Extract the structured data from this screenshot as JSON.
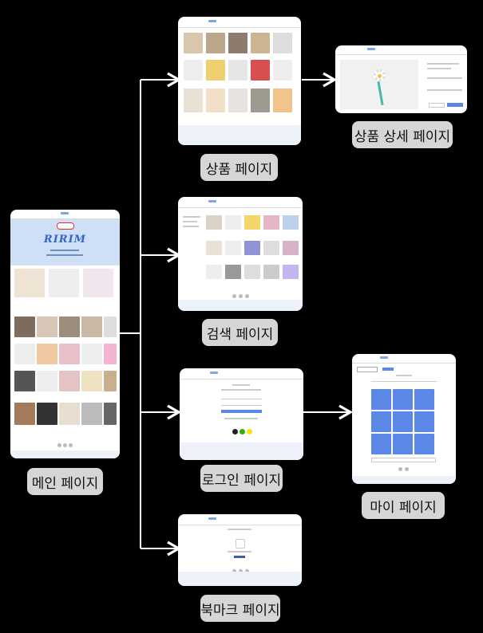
{
  "pages": {
    "main": {
      "label": "메인 페이지",
      "banner_title": "RIRIM"
    },
    "product": {
      "label": "상품 페이지"
    },
    "product_detail": {
      "label": "상품 상세 페이지"
    },
    "search": {
      "label": "검색 페이지"
    },
    "login": {
      "label": "로그인 페이지"
    },
    "mypage": {
      "label": "마이 페이지"
    },
    "bookmark": {
      "label": "북마크 페이지"
    }
  },
  "colors": {
    "background": "#000000",
    "label_bg": "#d6d6d6",
    "accent": "#5b87e6",
    "banner": "#cfe0f6"
  }
}
